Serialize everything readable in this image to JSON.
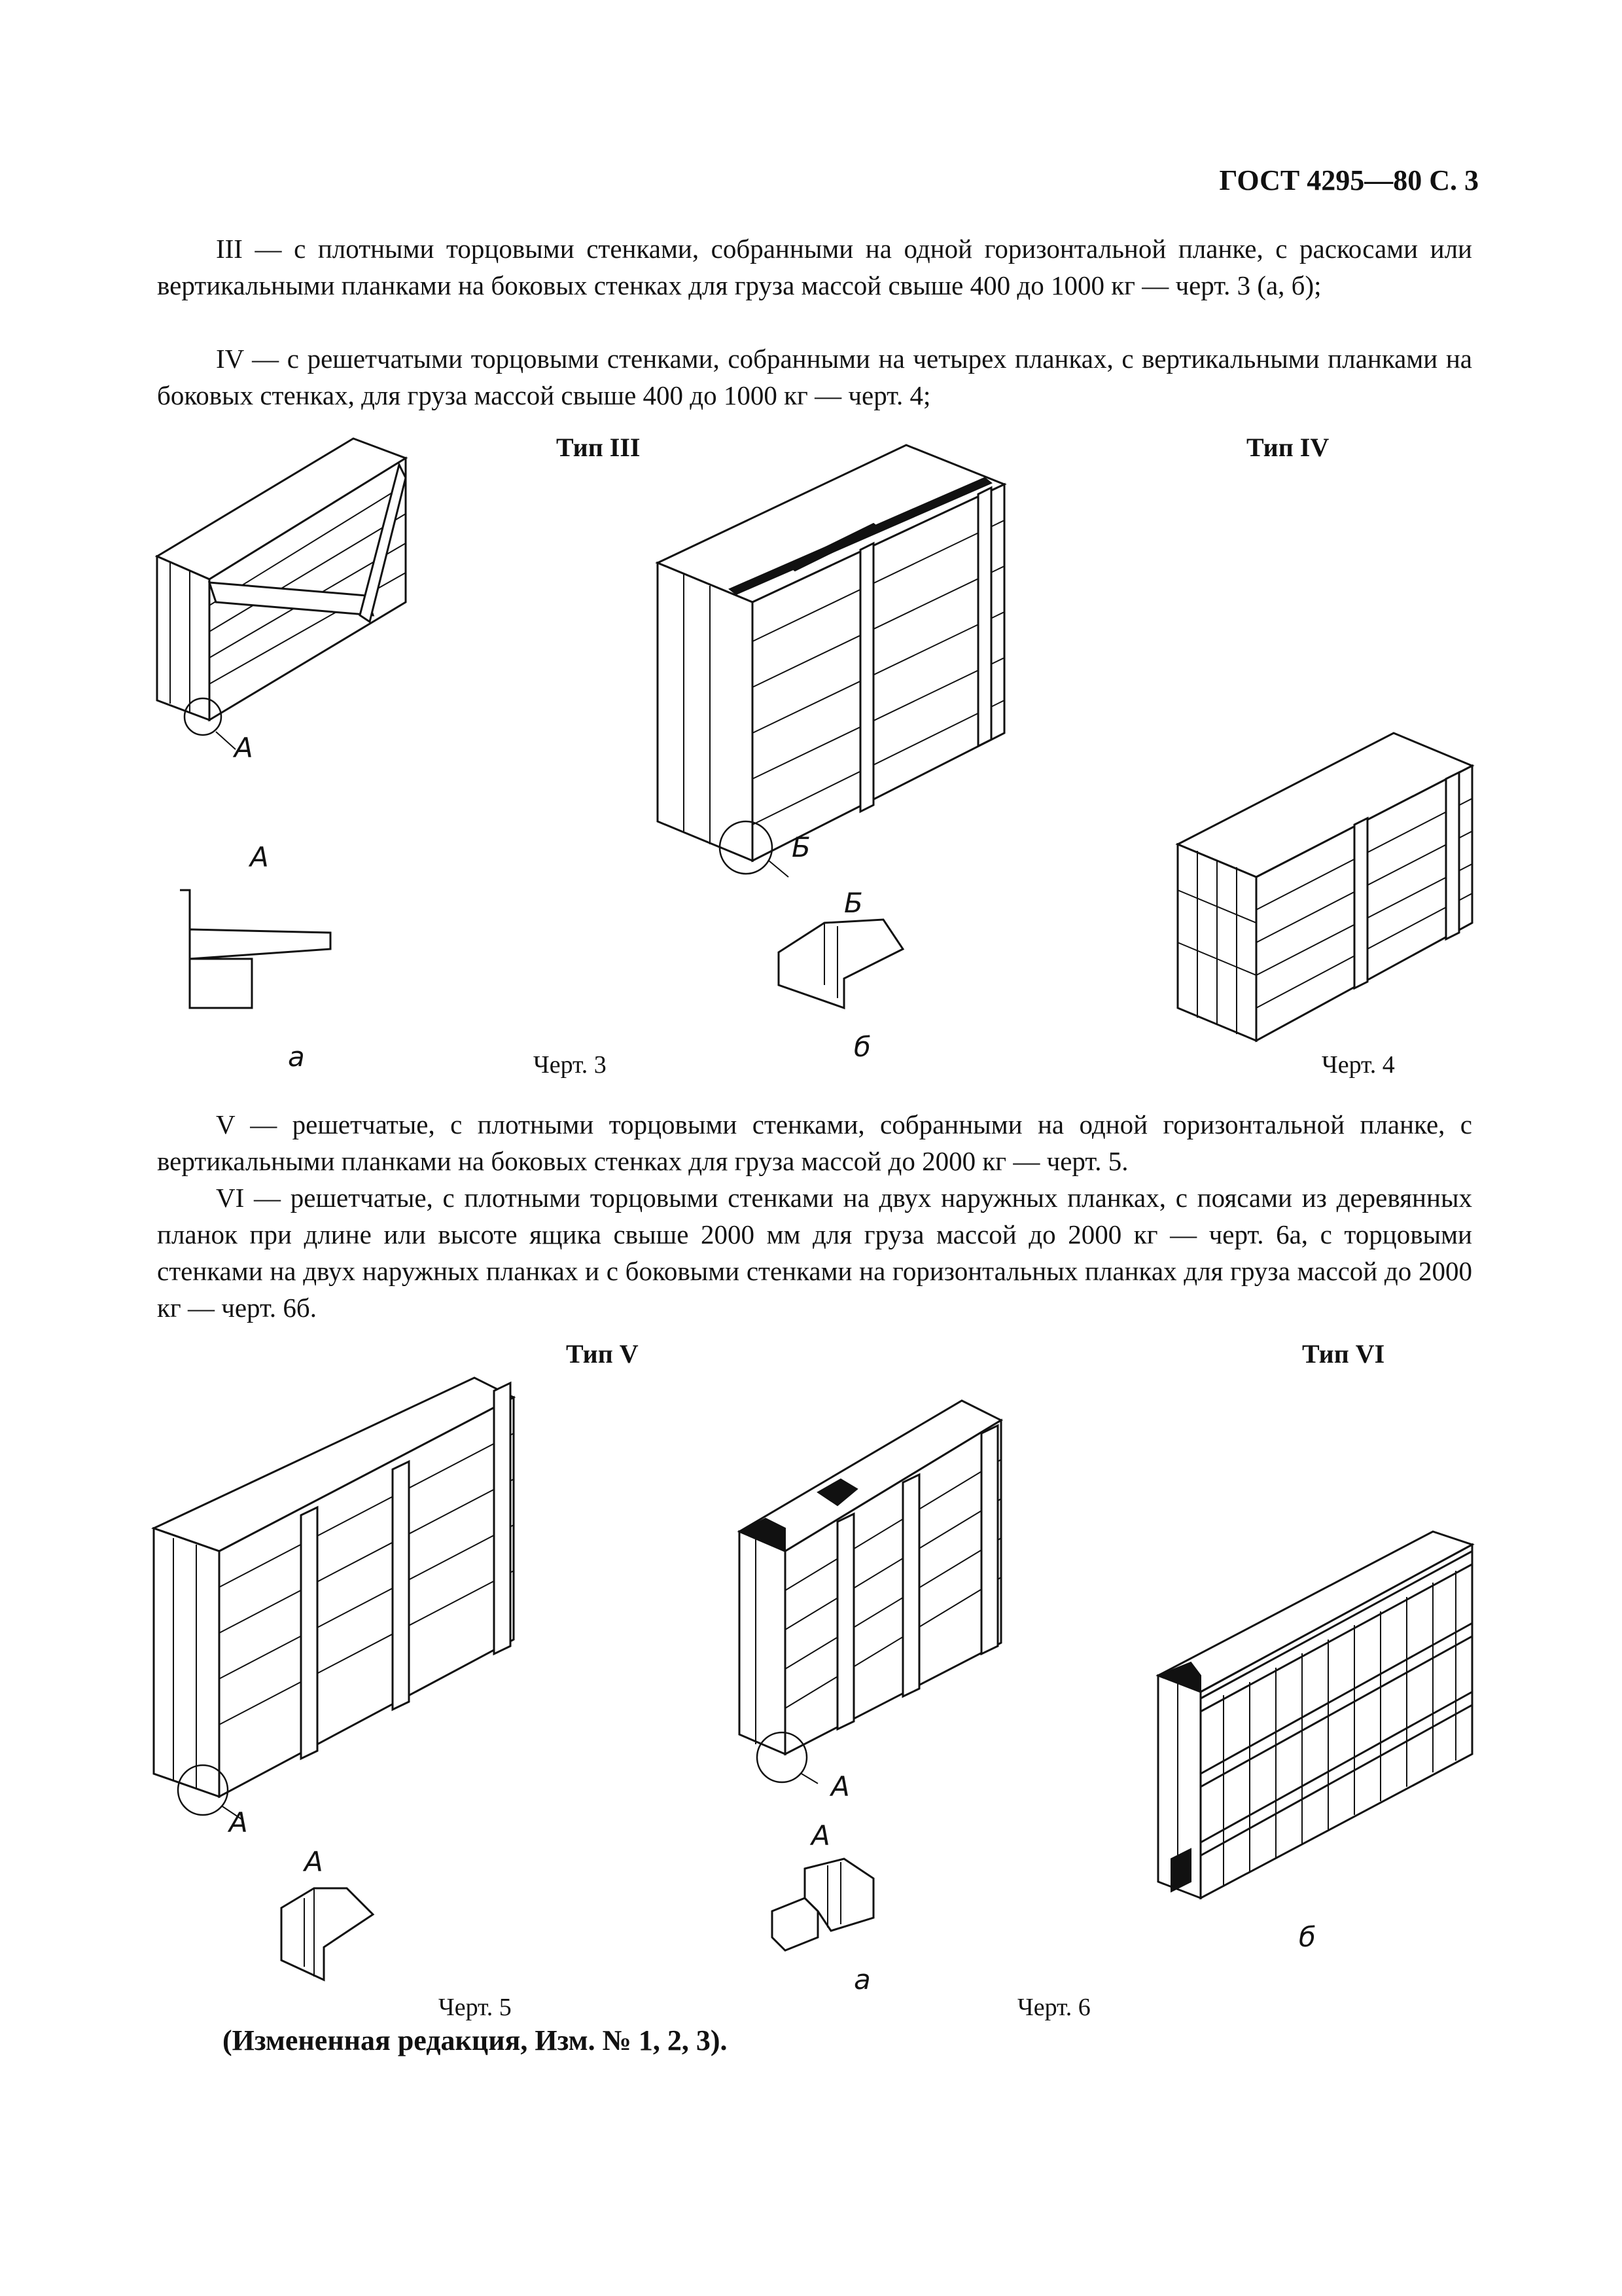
{
  "header": {
    "title": "ГОСТ 4295—80 С. 3"
  },
  "paragraphs": {
    "iii": "III — с плотными торцовыми стенками, собранными на одной горизонтальной планке, с раско­сами или вертикальными планками на боковых стенках для груза массой свыше 400 до 1000 кг — черт. 3 (а, б);",
    "iv": "IV — с решетчатыми торцовыми стенками, собранными на четырех планках, с вертикальными планками на боковых стенках, для груза массой свыше 400 до 1000 кг — черт. 4;",
    "v": "V — решетчатые, с плотными торцовыми стенками, собранными на одной горизонтальной план­ке, с вертикальными планками на боковых стенках для груза массой до 2000 кг — черт. 5.",
    "vi": "VI — решетчатые, с плотными торцовыми стенками на двух наружных планках, с поясами из деревянных планок при длине или высоте ящика свыше 2000 мм для груза массой до 2000 кг — черт. 6а, с торцовыми стенками на двух наружных планках и с боковыми стенками на горизонтальных планках для груза массой до 2000 кг — черт. 6б."
  },
  "figures": {
    "type_iii": "Тип III",
    "type_iv": "Тип IV",
    "type_v": "Тип V",
    "type_vi": "Тип VI",
    "caption_3": "Черт. 3",
    "caption_4": "Черт. 4",
    "caption_5": "Черт. 5",
    "caption_6": "Черт. 6",
    "detail_a": "А",
    "detail_b": "Б",
    "sub_a": "а",
    "sub_b": "б"
  },
  "footer": {
    "note": "(Измененная редакция, Изм. № 1, 2, 3)."
  }
}
